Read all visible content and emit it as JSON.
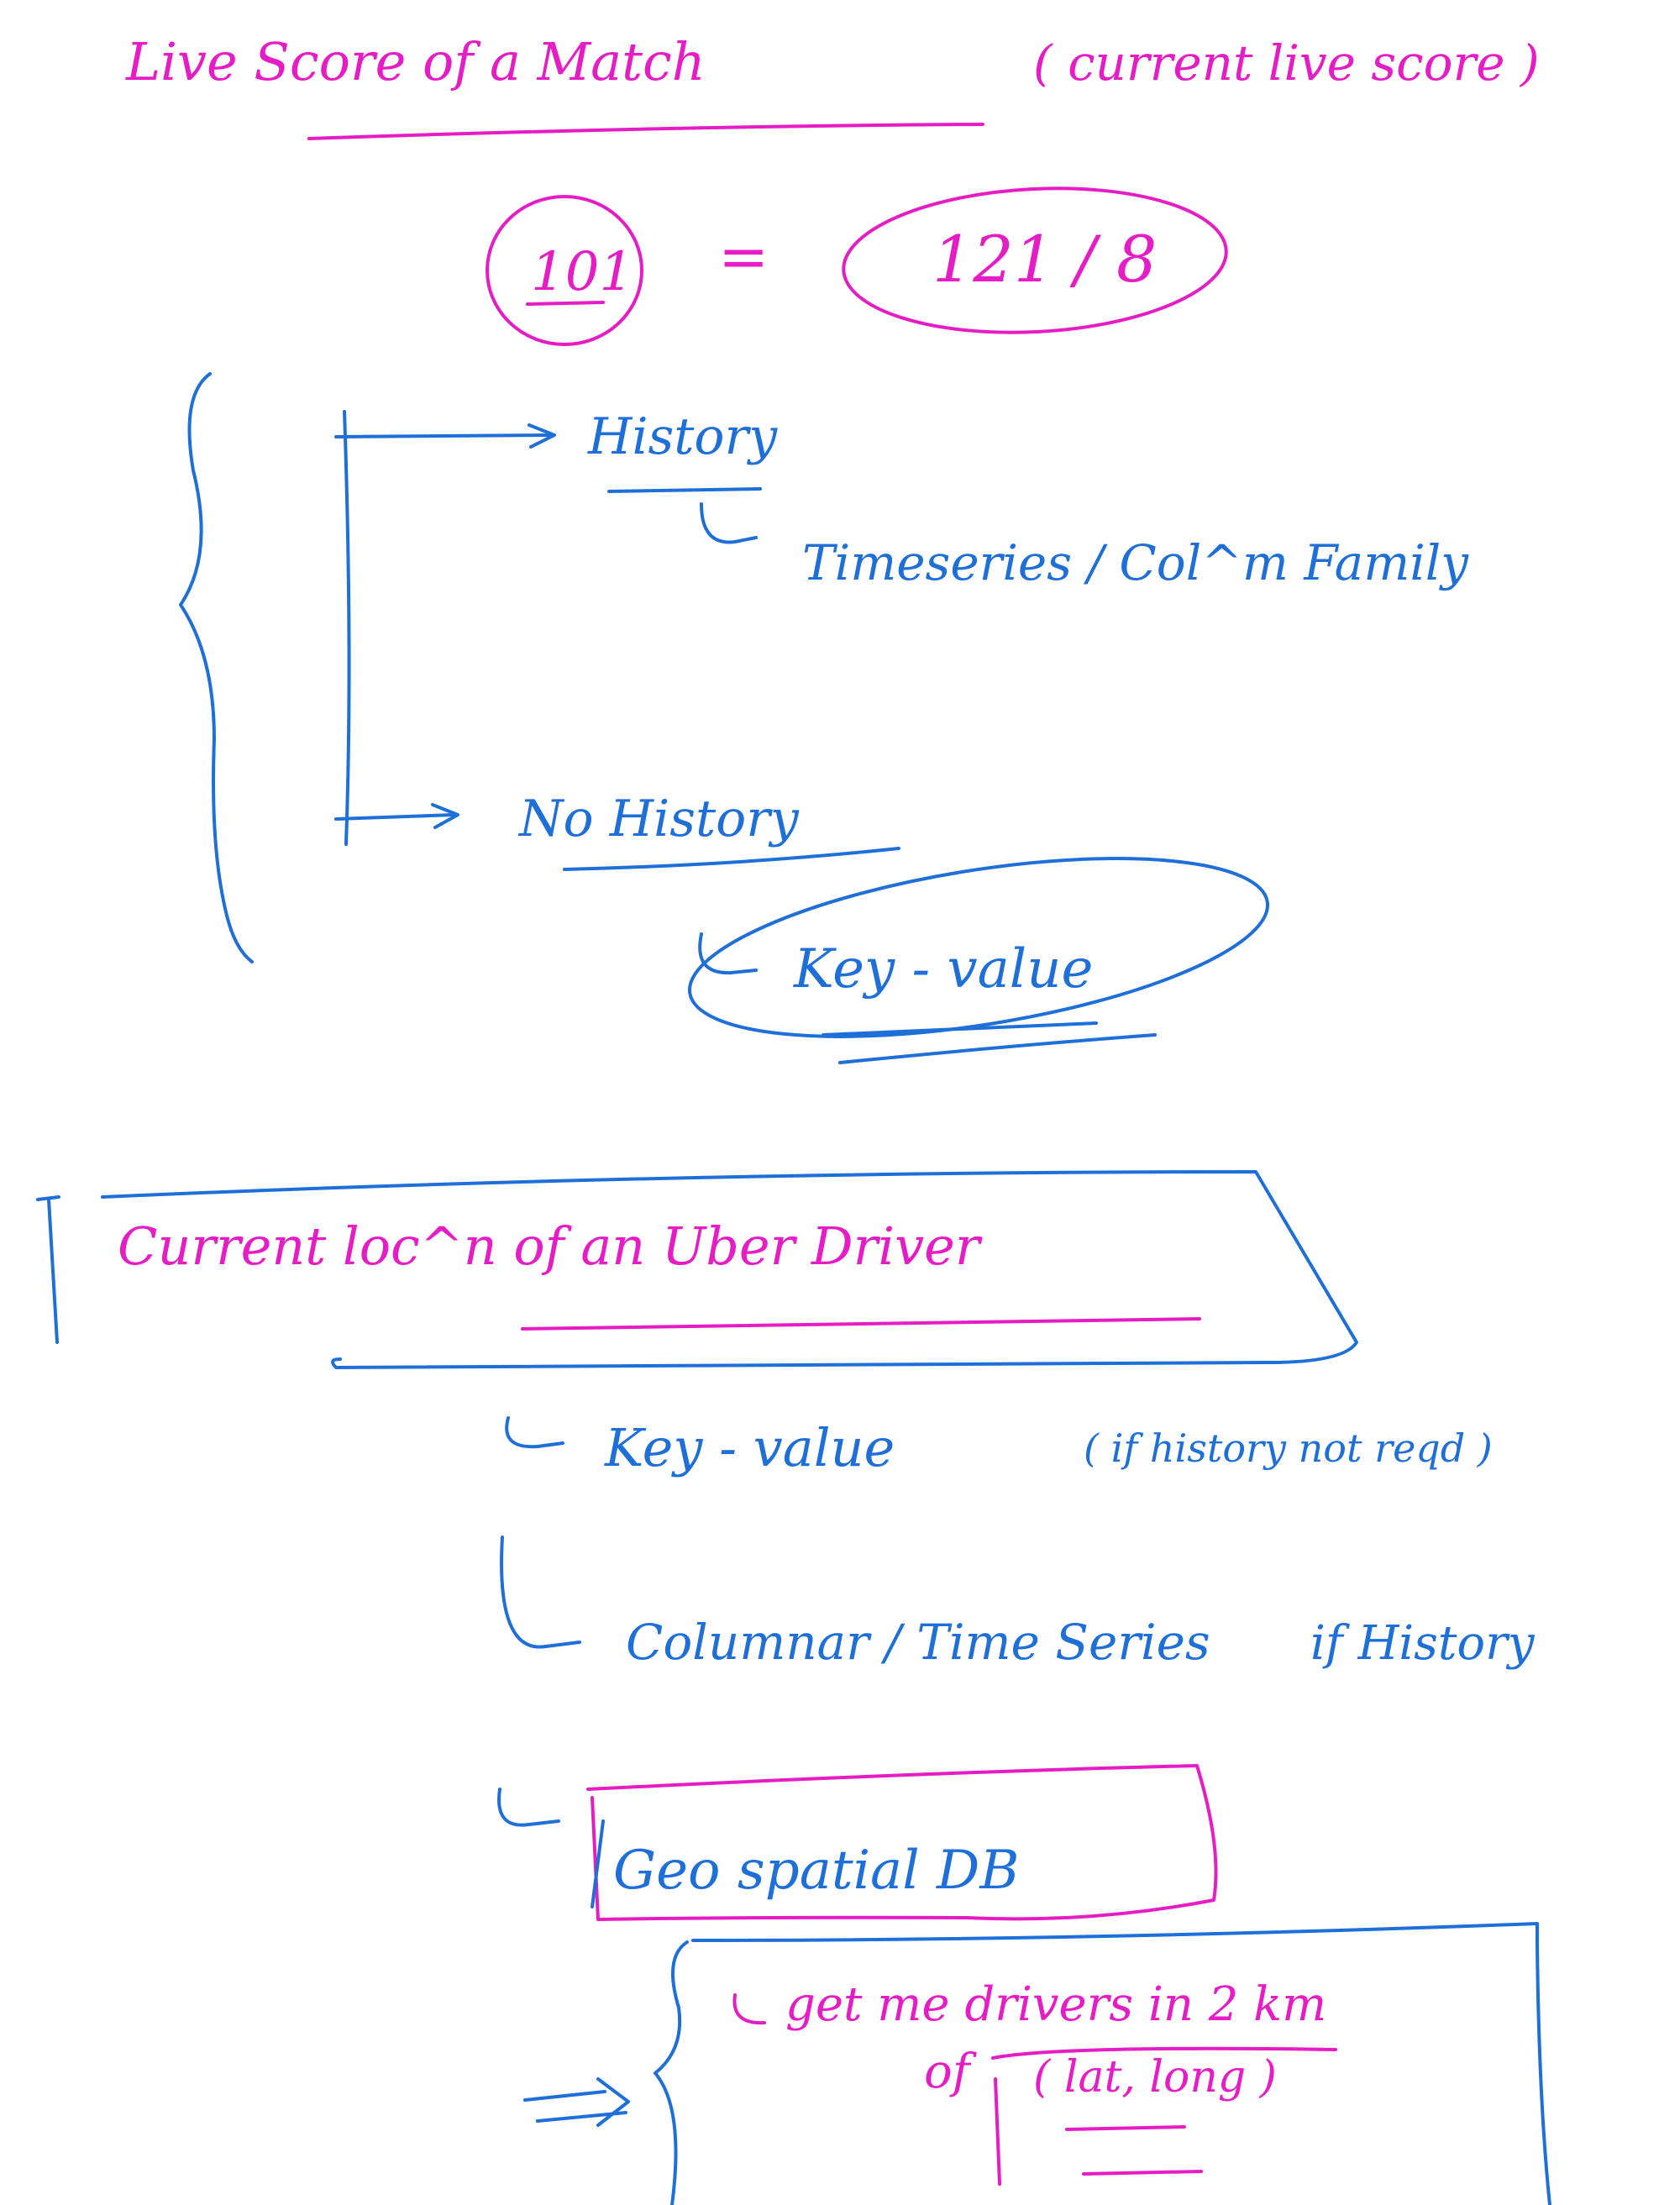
{
  "colors": {
    "pink_ink": "#e61cc5",
    "blue_ink": "#1f6fd9",
    "background": "#ffffff"
  },
  "note1": {
    "title": "Live Score of a Match",
    "subtitle": "( current live score )",
    "score_left": "101",
    "equals": "=",
    "score_right": "121 / 8",
    "branch_history": "History",
    "history_option": "Timeseries / Col^m Family",
    "branch_no_history": "No History",
    "no_history_option": "Key - value"
  },
  "note2": {
    "title": "Current loc^n of an Uber Driver",
    "option1": "Key - value",
    "option1_note": "( if history not reqd )",
    "option2": "Columnar / Time Series",
    "option2_note": "if History",
    "option3": "Geo spatial DB",
    "query_line1": "get me drivers in 2 km",
    "query_line2": "of",
    "query_coords": "( lat, long )"
  }
}
